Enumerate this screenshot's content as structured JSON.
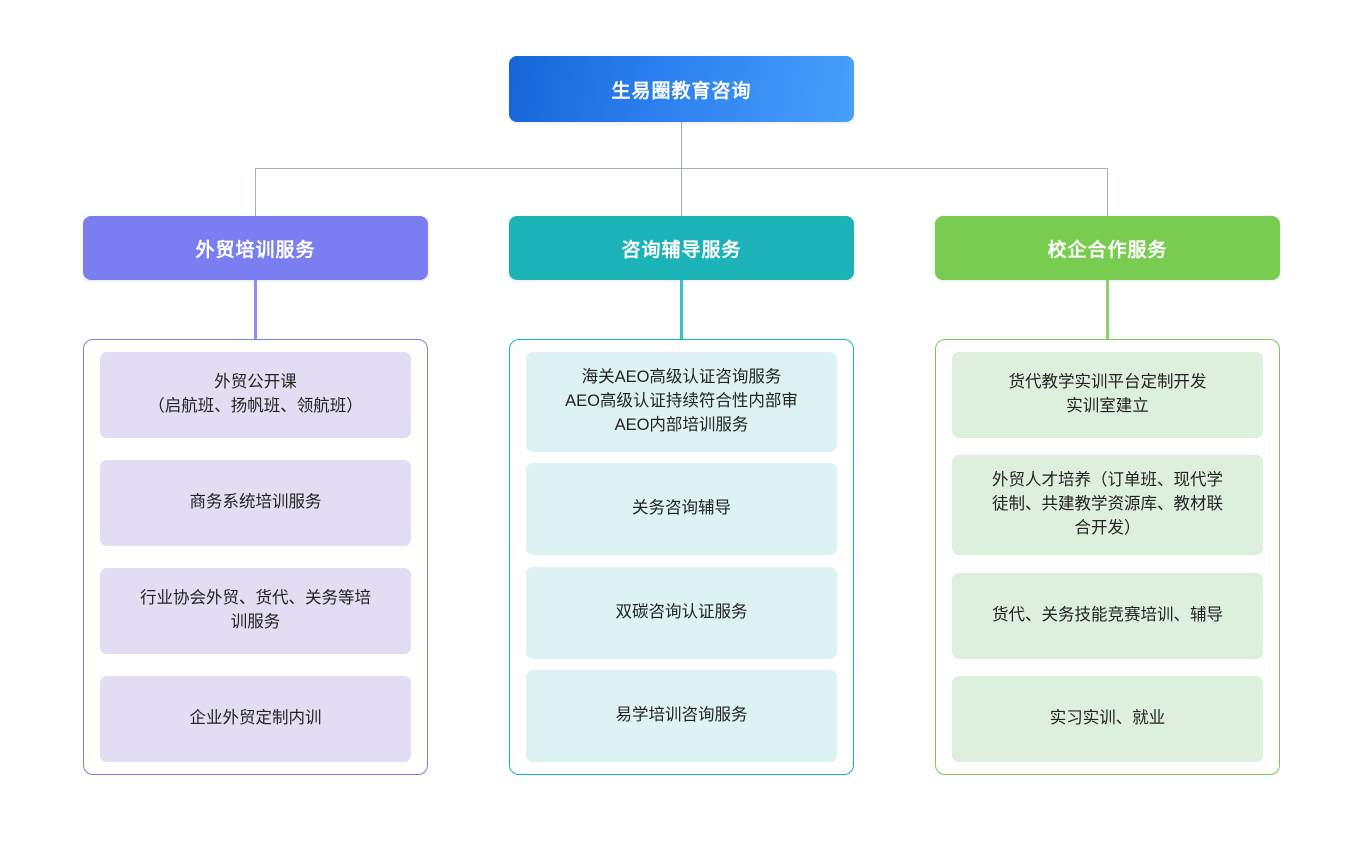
{
  "diagram": {
    "type": "organization-chart",
    "root": {
      "label": "生易圈教育咨询",
      "color": "#2d80ef"
    },
    "connector_color": "#9fb0bd",
    "branches": [
      {
        "id": "branch-1",
        "header": "外贸培训服务",
        "color": "#7b7ef0",
        "card_color": "#e2ddf2",
        "items": [
          {
            "lines": [
              "外贸公开课",
              "（启航班、扬帆班、领航班）"
            ]
          },
          {
            "lines": [
              "商务系统培训服务"
            ]
          },
          {
            "lines": [
              "行业协会外贸、货代、关务等培",
              "训服务"
            ]
          },
          {
            "lines": [
              "企业外贸定制内训"
            ]
          }
        ]
      },
      {
        "id": "branch-2",
        "header": "咨询辅导服务",
        "color": "#1bb2b8",
        "card_color": "#ddf2f2",
        "items": [
          {
            "lines": [
              "海关AEO高级认证咨询服务",
              "AEO高级认证持续符合性内部审",
              "AEO内部培训服务"
            ]
          },
          {
            "lines": [
              "关务咨询辅导"
            ]
          },
          {
            "lines": [
              "双碳咨询认证服务"
            ]
          },
          {
            "lines": [
              "易学培训咨询服务"
            ]
          }
        ]
      },
      {
        "id": "branch-3",
        "header": "校企合作服务",
        "color": "#78cc4f",
        "card_color": "#ddefdd",
        "items": [
          {
            "lines": [
              "货代教学实训平台定制开发",
              "实训室建立"
            ]
          },
          {
            "lines": [
              "外贸人才培养（订单班、现代学",
              "徒制、共建教学资源库、教材联",
              "合开发）"
            ]
          },
          {
            "lines": [
              "货代、关务技能竞赛培训、辅导"
            ]
          },
          {
            "lines": [
              "实习实训、就业"
            ]
          }
        ]
      }
    ]
  }
}
